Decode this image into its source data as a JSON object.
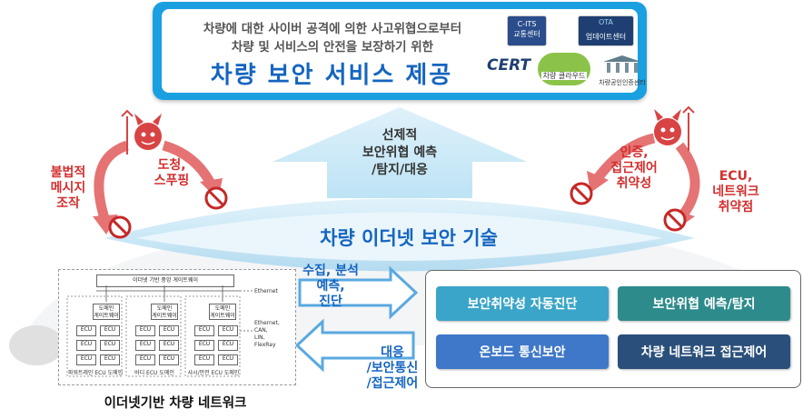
{
  "banner": {
    "line1": "차량에 대한 사이버 공격에 의한 사고위협으로부터",
    "line2": "차량 및 서비스의 안전을 보장하기 위한",
    "main": "차량 보안 서비스 제공",
    "logos": {
      "cits": "C-ITS\n교통센터",
      "ota": "업데이트센터",
      "ota_tag": "OTA",
      "cert": "CERT",
      "cloud": "차량 클라우드",
      "cert_center": "차량공인인증센터"
    }
  },
  "arrow_up_text": [
    "선제적",
    "보안위협 예측",
    "/탐지/대응"
  ],
  "center_title": "차량 이더넷 보안 기술",
  "threats": {
    "left_outer": [
      "불법적",
      "메시지",
      "조작"
    ],
    "left_inner": [
      "도청,",
      "스푸핑"
    ],
    "right_inner": [
      "인증,",
      "접근제어",
      "취약성"
    ],
    "right_outer": [
      "ECU,",
      "네트워크",
      "취약점"
    ]
  },
  "flow": {
    "collect": [
      "수집, 분석",
      "예측,",
      "진단"
    ],
    "respond": [
      "대응",
      "/보안통신",
      "/접근제어"
    ]
  },
  "services": [
    {
      "label": "보안취약성 자동진단",
      "color": "#3aa5c8"
    },
    {
      "label": "보안위협 예측/탐지",
      "color": "#2e8b8b"
    },
    {
      "label": "온보드 통신보안",
      "color": "#3f78c8"
    },
    {
      "label": "차량 네트워크 접근제어",
      "color": "#2a4f7a"
    }
  ],
  "network": {
    "caption": "이더넷기반 차량 네트워크",
    "gateway": "이더넷 기반 중앙 게이트웨이",
    "domain_gw": "도메인\n게이트웨이",
    "ecu": "ECU",
    "ethernet_label": "Ethernet",
    "bus_label": "Ethernet,\nCAN,\nLIN,\nFlexRay",
    "domains": [
      "파워트레인 ECU 도메인",
      "바디 ECU 도메인",
      "샤시/안전 ECU 도메인"
    ]
  },
  "colors": {
    "banner_border": "#1aa0e0",
    "threat_red": "#d32f2f",
    "title_blue": "#1565c0"
  }
}
